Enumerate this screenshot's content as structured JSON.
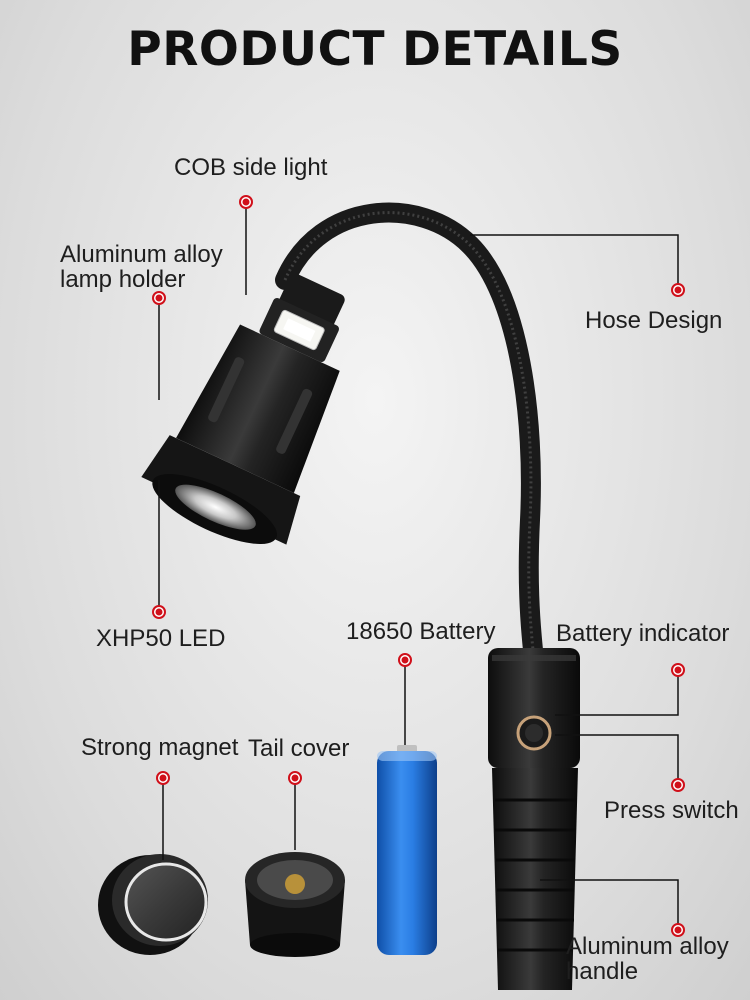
{
  "title": "PRODUCT DETAILS",
  "labels": {
    "cob": "COB side light",
    "lamp_holder_1": "Aluminum alloy",
    "lamp_holder_2": "lamp holder",
    "hose": "Hose Design",
    "xhp50": "XHP50 LED",
    "battery": "18650 Battery",
    "battery_indicator": "Battery indicator",
    "press_switch": "Press switch",
    "magnet": "Strong magnet",
    "tail_cover": "Tail cover",
    "handle_1": "Aluminum alloy",
    "handle_2": "handle"
  },
  "colors": {
    "marker": "#d0101a",
    "battery_blue": "#1e73d8",
    "body_black": "#1c1c1c"
  }
}
